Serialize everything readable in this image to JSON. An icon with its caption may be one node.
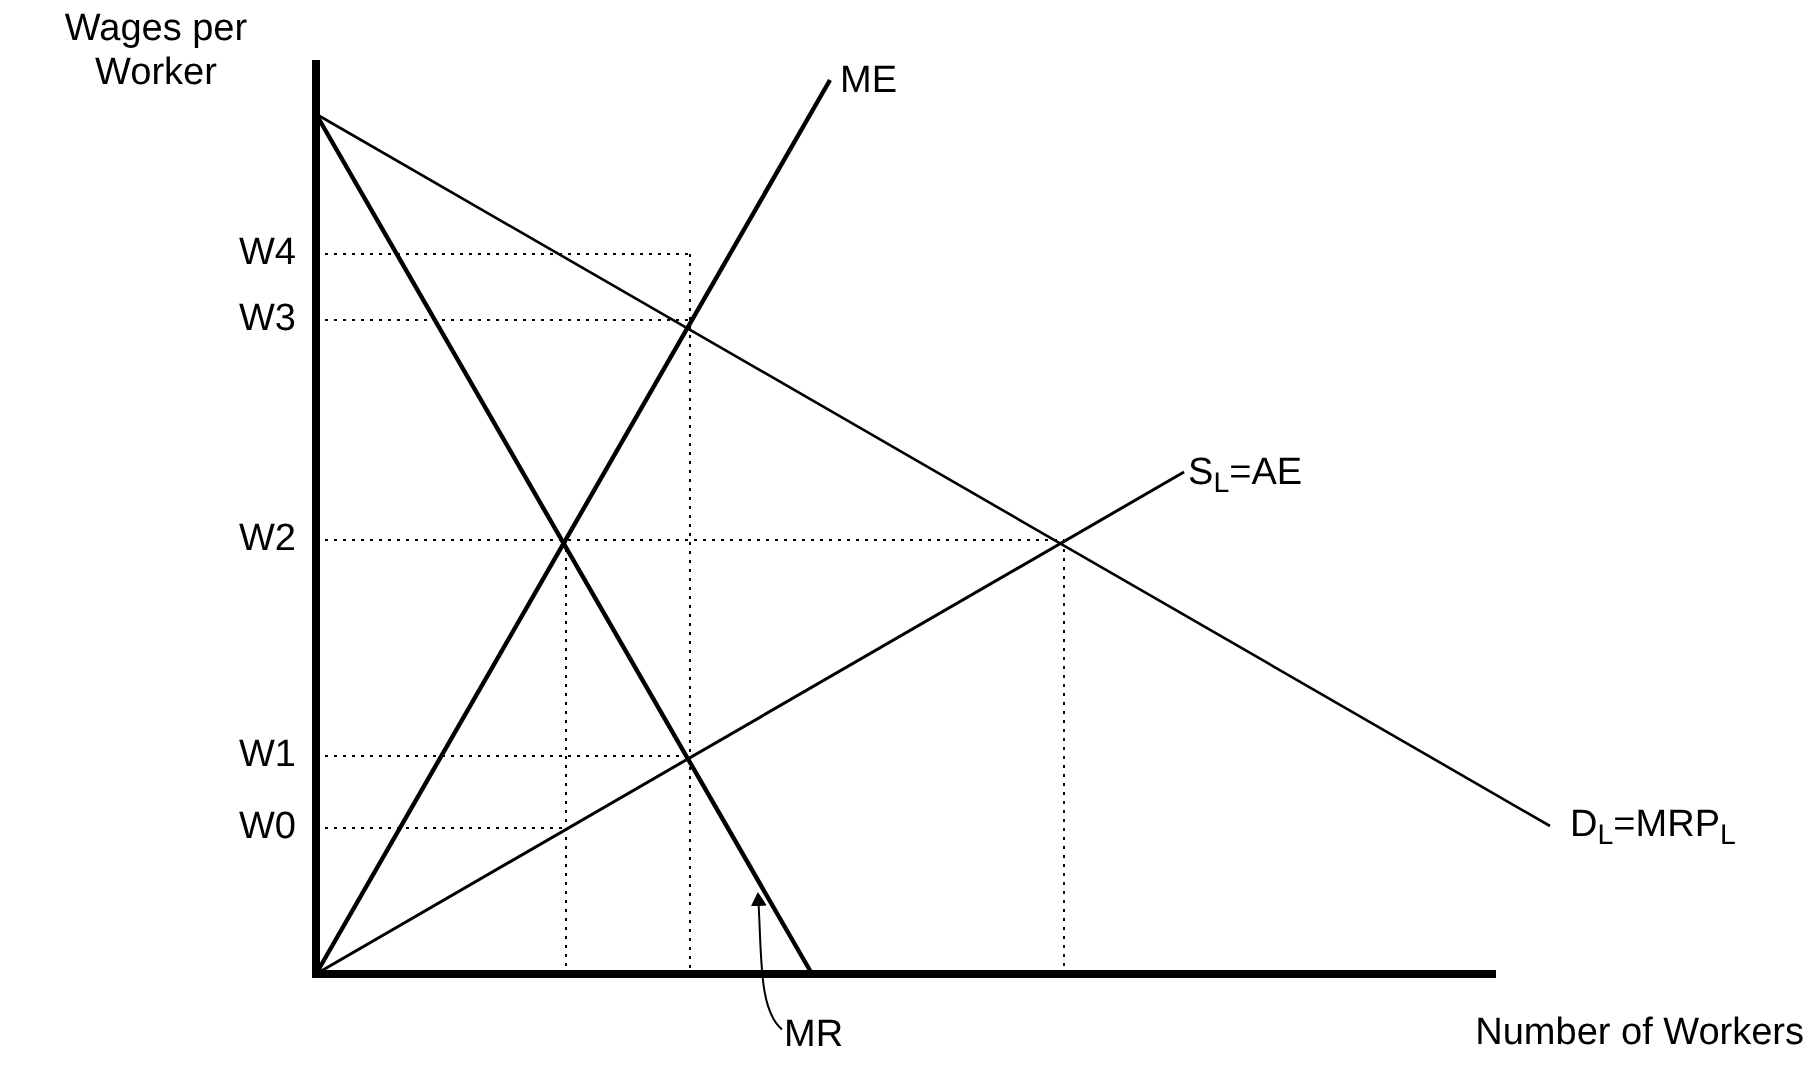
{
  "diagram": {
    "nodes": [
      {
        "text": [
          "MR"
        ]
      },
      {
        "text": [],
        "shape": "line"
      }
    ],
    "edges": [
      {
        "from": 0,
        "to": 1,
        "arrow": "to"
      }
    ],
    "labels": [
      "Wages per Worker",
      "ME",
      "W4",
      "W3",
      "S$_{L}$=AE",
      "W2",
      "W1",
      "W0",
      "D$_{L}$=MRP$_{L}$",
      "Number of Workers"
    ]
  }
}
